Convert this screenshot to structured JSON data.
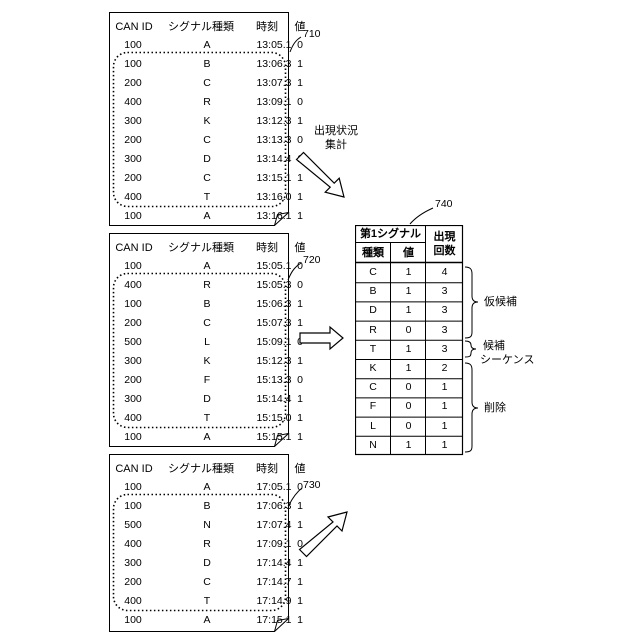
{
  "headers": {
    "can_id": "CAN ID",
    "signal_type": "シグナル種類",
    "time": "時刻",
    "value": "値"
  },
  "documents": [
    {
      "ref": "710",
      "rows": [
        {
          "id": "100",
          "type": "A",
          "time": "13:05.1",
          "value": "0"
        },
        {
          "id": "100",
          "type": "B",
          "time": "13:06.3",
          "value": "1"
        },
        {
          "id": "200",
          "type": "C",
          "time": "13:07.3",
          "value": "1"
        },
        {
          "id": "400",
          "type": "R",
          "time": "13:09.1",
          "value": "0"
        },
        {
          "id": "300",
          "type": "K",
          "time": "13:12.3",
          "value": "1"
        },
        {
          "id": "200",
          "type": "C",
          "time": "13:13.3",
          "value": "0"
        },
        {
          "id": "300",
          "type": "D",
          "time": "13:14.4",
          "value": "1"
        },
        {
          "id": "200",
          "type": "C",
          "time": "13:15.1",
          "value": "1"
        },
        {
          "id": "400",
          "type": "T",
          "time": "13:16.0",
          "value": "1"
        },
        {
          "id": "100",
          "type": "A",
          "time": "13:16.1",
          "value": "1"
        }
      ]
    },
    {
      "ref": "720",
      "rows": [
        {
          "id": "100",
          "type": "A",
          "time": "15:05.1",
          "value": "0"
        },
        {
          "id": "400",
          "type": "R",
          "time": "15:05.3",
          "value": "0"
        },
        {
          "id": "100",
          "type": "B",
          "time": "15:06.3",
          "value": "1"
        },
        {
          "id": "200",
          "type": "C",
          "time": "15:07.3",
          "value": "1"
        },
        {
          "id": "500",
          "type": "L",
          "time": "15:09.1",
          "value": "0"
        },
        {
          "id": "300",
          "type": "K",
          "time": "15:12.3",
          "value": "1"
        },
        {
          "id": "200",
          "type": "F",
          "time": "15:13.3",
          "value": "0"
        },
        {
          "id": "300",
          "type": "D",
          "time": "15:14.4",
          "value": "1"
        },
        {
          "id": "400",
          "type": "T",
          "time": "15:15.0",
          "value": "1"
        },
        {
          "id": "100",
          "type": "A",
          "time": "15:15.1",
          "value": "1"
        }
      ]
    },
    {
      "ref": "730",
      "rows": [
        {
          "id": "100",
          "type": "A",
          "time": "17:05.1",
          "value": "0"
        },
        {
          "id": "100",
          "type": "B",
          "time": "17:06.3",
          "value": "1"
        },
        {
          "id": "500",
          "type": "N",
          "time": "17:07.4",
          "value": "1"
        },
        {
          "id": "400",
          "type": "R",
          "time": "17:09.1",
          "value": "0"
        },
        {
          "id": "300",
          "type": "D",
          "time": "17:14.4",
          "value": "1"
        },
        {
          "id": "200",
          "type": "C",
          "time": "17:14.7",
          "value": "1"
        },
        {
          "id": "400",
          "type": "T",
          "time": "17:14.9",
          "value": "1"
        },
        {
          "id": "100",
          "type": "A",
          "time": "17:15.1",
          "value": "1"
        }
      ]
    }
  ],
  "aggregate_label": [
    "出現状況",
    "集計"
  ],
  "result_table": {
    "ref": "740",
    "header_signal": "第1シグナル",
    "header_type": "種類",
    "header_value": "値",
    "header_count": [
      "出現",
      "回数"
    ],
    "rows": [
      {
        "type": "C",
        "value": "1",
        "count": "4"
      },
      {
        "type": "B",
        "value": "1",
        "count": "3"
      },
      {
        "type": "D",
        "value": "1",
        "count": "3"
      },
      {
        "type": "R",
        "value": "0",
        "count": "3"
      },
      {
        "type": "T",
        "value": "1",
        "count": "3"
      },
      {
        "type": "K",
        "value": "1",
        "count": "2"
      },
      {
        "type": "C",
        "value": "0",
        "count": "1"
      },
      {
        "type": "F",
        "value": "0",
        "count": "1"
      },
      {
        "type": "L",
        "value": "0",
        "count": "1"
      },
      {
        "type": "N",
        "value": "1",
        "count": "1"
      }
    ]
  },
  "brackets": {
    "provisional": "仮候補",
    "candidate": [
      "候補",
      "シーケンス"
    ],
    "deleted": "削除"
  }
}
